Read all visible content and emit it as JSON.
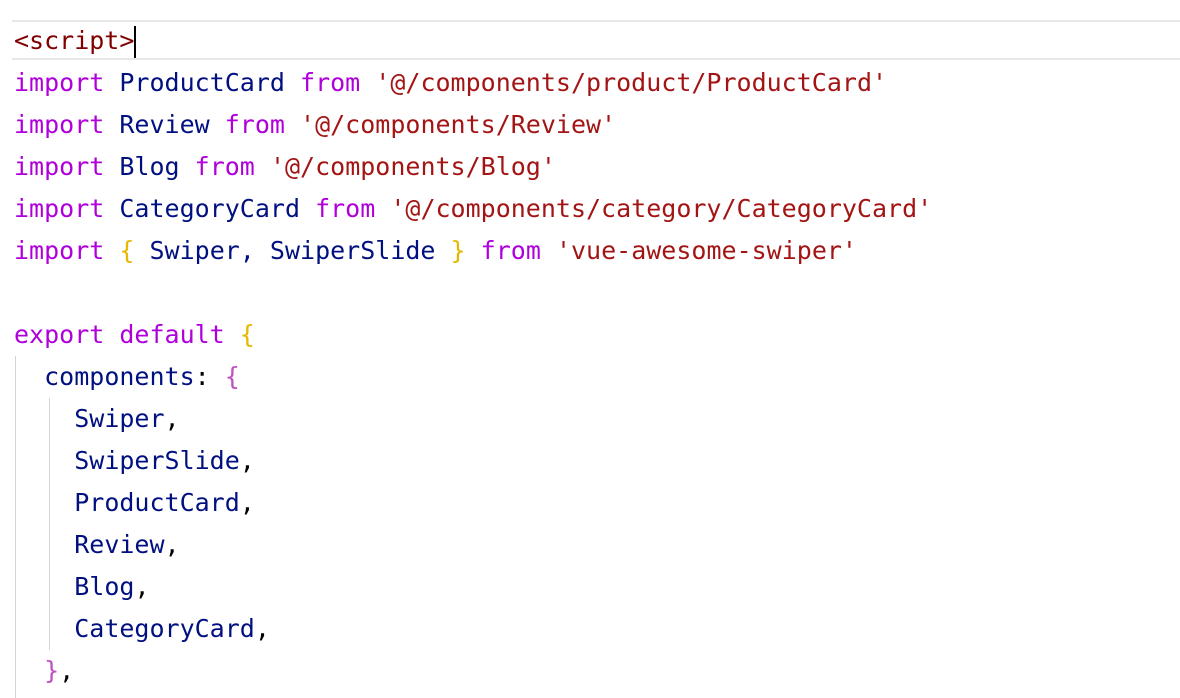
{
  "editor": {
    "lines": [
      {
        "tag": "<script>"
      },
      {
        "kw_import": "import",
        "name": "ProductCard",
        "kw_from": "from",
        "path": "'@/components/product/ProductCard'"
      },
      {
        "kw_import": "import",
        "name": "Review",
        "kw_from": "from",
        "path": "'@/components/Review'"
      },
      {
        "kw_import": "import",
        "name": "Blog",
        "kw_from": "from",
        "path": "'@/components/Blog'"
      },
      {
        "kw_import": "import",
        "name": "CategoryCard",
        "kw_from": "from",
        "path": "'@/components/category/CategoryCard'"
      },
      {
        "kw_import": "import",
        "open": "{",
        "names": "Swiper, SwiperSlide",
        "close": "}",
        "kw_from": "from",
        "path": "'vue-awesome-swiper'"
      },
      {
        "kw_export": "export",
        "kw_default": "default",
        "open": "{"
      },
      {
        "key": "components",
        "colon": ":",
        "open": "{"
      },
      {
        "item": "Swiper",
        "comma": ","
      },
      {
        "item": "SwiperSlide",
        "comma": ","
      },
      {
        "item": "ProductCard",
        "comma": ","
      },
      {
        "item": "Review",
        "comma": ","
      },
      {
        "item": "Blog",
        "comma": ","
      },
      {
        "item": "CategoryCard",
        "comma": ","
      },
      {
        "close": "}",
        "comma": ","
      }
    ]
  },
  "colors": {
    "tag": "#800000",
    "keyword": "#af00db",
    "string": "#a31515",
    "identifier": "#001080",
    "brace_level1": "#e6b800",
    "brace_level2": "#c050c0"
  }
}
